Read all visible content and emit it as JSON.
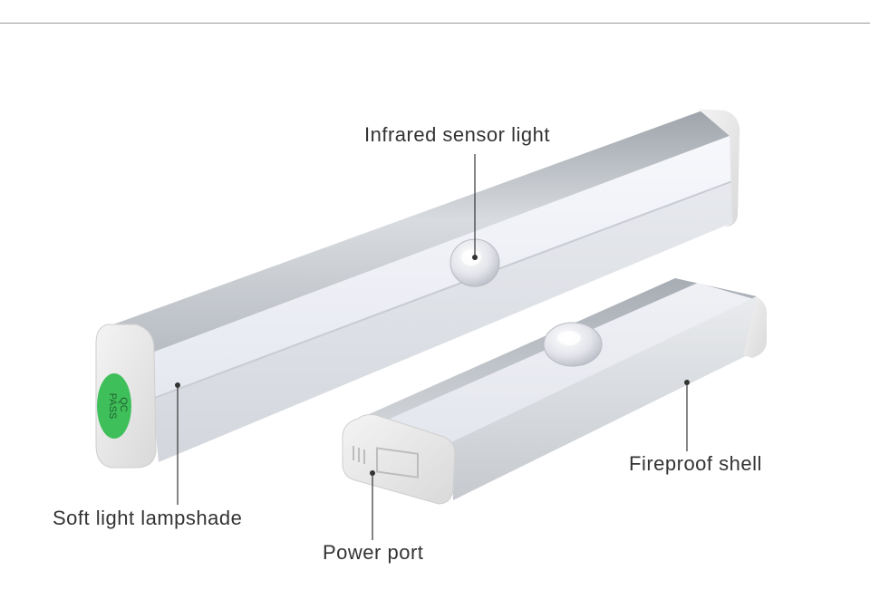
{
  "callouts": {
    "sensor": "Infrared sensor light",
    "shell": "Fireproof shell",
    "lampshade": "Soft light lampshade",
    "port": "Power port"
  },
  "badge": {
    "line1": "QC",
    "line2": "PASS",
    "color": "#3fbf5a"
  },
  "colors": {
    "aluminum": "#c9cdd2",
    "cap": "#ebebeb",
    "diffuser": "#f0f1f7"
  }
}
